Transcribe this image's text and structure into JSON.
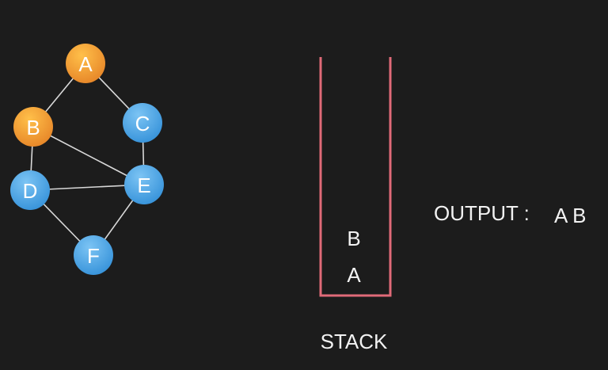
{
  "colors": {
    "background": "#1c1c1c",
    "visited_node": "#f0a030",
    "unvisited_node": "#4aa8e8",
    "edge": "#d8d8d8",
    "stack_outline": "#e06a78",
    "text": "#f2f2f2"
  },
  "graph": {
    "nodes": [
      {
        "id": "A",
        "label": "A",
        "state": "visited"
      },
      {
        "id": "B",
        "label": "B",
        "state": "visited"
      },
      {
        "id": "C",
        "label": "C",
        "state": "unvisited"
      },
      {
        "id": "D",
        "label": "D",
        "state": "unvisited"
      },
      {
        "id": "E",
        "label": "E",
        "state": "unvisited"
      },
      {
        "id": "F",
        "label": "F",
        "state": "unvisited"
      }
    ],
    "edges": [
      [
        "A",
        "B"
      ],
      [
        "A",
        "C"
      ],
      [
        "B",
        "D"
      ],
      [
        "B",
        "E"
      ],
      [
        "C",
        "E"
      ],
      [
        "D",
        "E"
      ],
      [
        "D",
        "F"
      ],
      [
        "E",
        "F"
      ]
    ]
  },
  "stack": {
    "caption": "STACK",
    "items_top_to_bottom": [
      "B",
      "A"
    ]
  },
  "output": {
    "label": "OUTPUT :",
    "value": "A B"
  }
}
